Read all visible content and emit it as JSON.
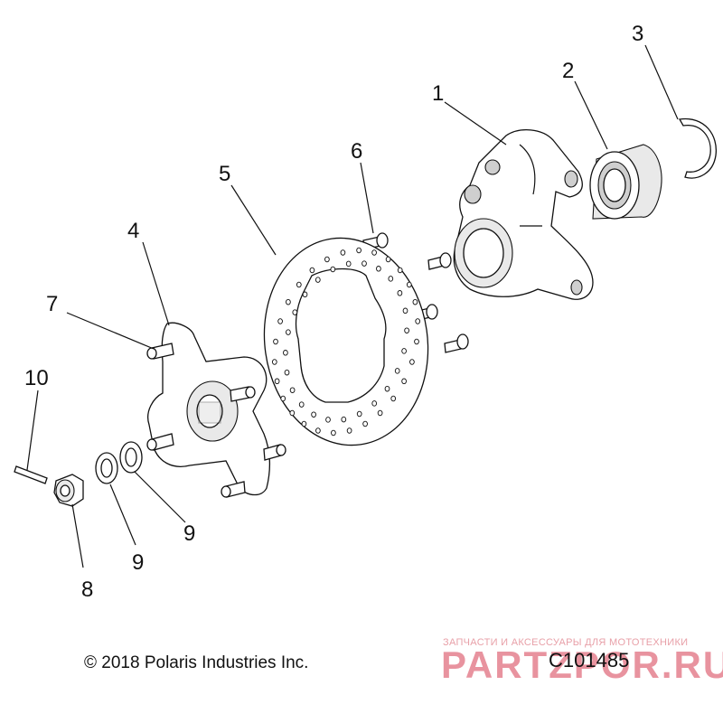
{
  "callouts": [
    {
      "id": "1",
      "label": "1"
    },
    {
      "id": "2",
      "label": "2"
    },
    {
      "id": "3",
      "label": "3"
    },
    {
      "id": "4",
      "label": "4"
    },
    {
      "id": "5",
      "label": "5"
    },
    {
      "id": "6",
      "label": "6"
    },
    {
      "id": "7",
      "label": "7"
    },
    {
      "id": "8",
      "label": "8"
    },
    {
      "id": "9a",
      "label": "9"
    },
    {
      "id": "9b",
      "label": "9"
    },
    {
      "id": "10",
      "label": "10"
    }
  ],
  "footer": {
    "copyright": "© 2018 Polaris Industries Inc.",
    "drawing_number": "C101485"
  },
  "watermark": {
    "subtitle": "ЗАПЧАСТИ И АКСЕССУАРЫ ДЛЯ МОТОТЕХНИКИ",
    "logo": "PARTZPOR.RU"
  }
}
